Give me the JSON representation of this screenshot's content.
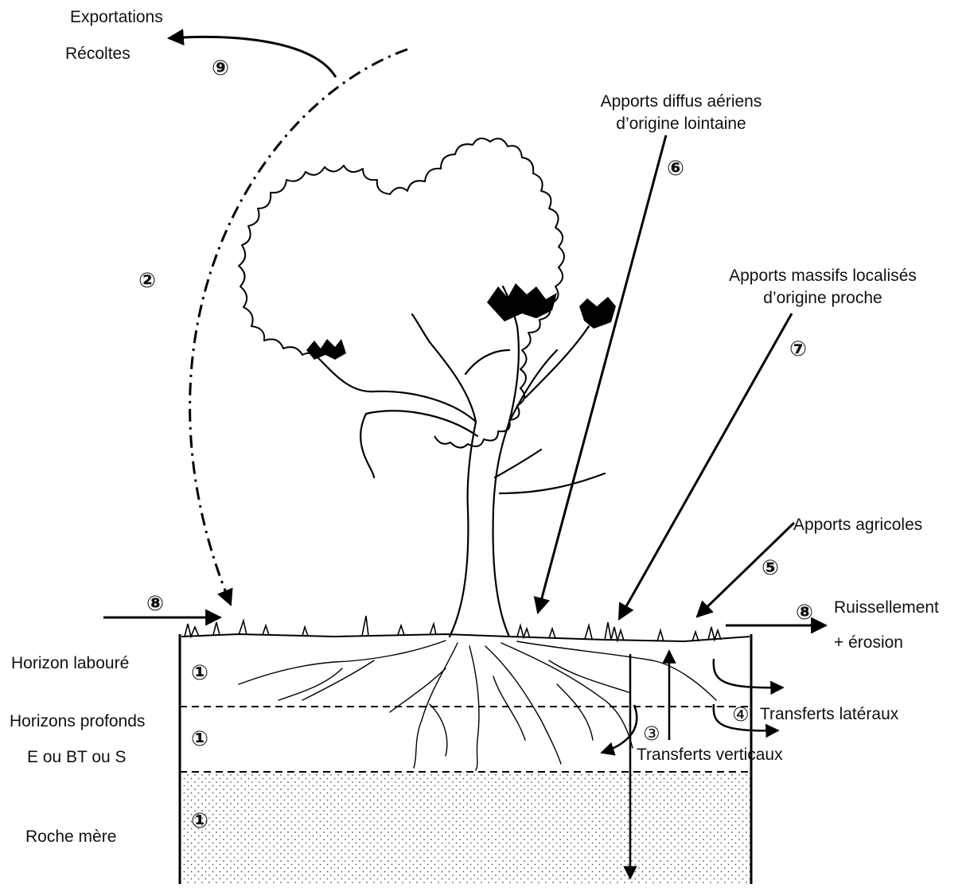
{
  "labels": {
    "exportations": "Exportations",
    "recoltes": "Récoltes",
    "apports_diffus_l1": "Apports diffus aériens",
    "apports_diffus_l2": "d’origine lointaine",
    "apports_massifs_l1": "Apports massifs localisés",
    "apports_massifs_l2": "d’origine proche",
    "apports_agricoles": "Apports agricoles",
    "ruissellement": "Ruissellement",
    "erosion": "+ érosion",
    "horizon_laboure": "Horizon labouré",
    "horizons_profonds_l1": "Horizons profonds",
    "horizons_profonds_l2": "E ou BT ou S",
    "roche_mere": "Roche mère",
    "transferts_lateraux": "Transferts latéraux",
    "transferts_verticaux": "Transferts verticaux"
  },
  "markers": {
    "m1": "①",
    "m2": "②",
    "m3": "③",
    "m4": "④",
    "m5": "⑤",
    "m6": "⑥",
    "m7": "⑦",
    "m8": "⑧",
    "m9": "⑨"
  }
}
